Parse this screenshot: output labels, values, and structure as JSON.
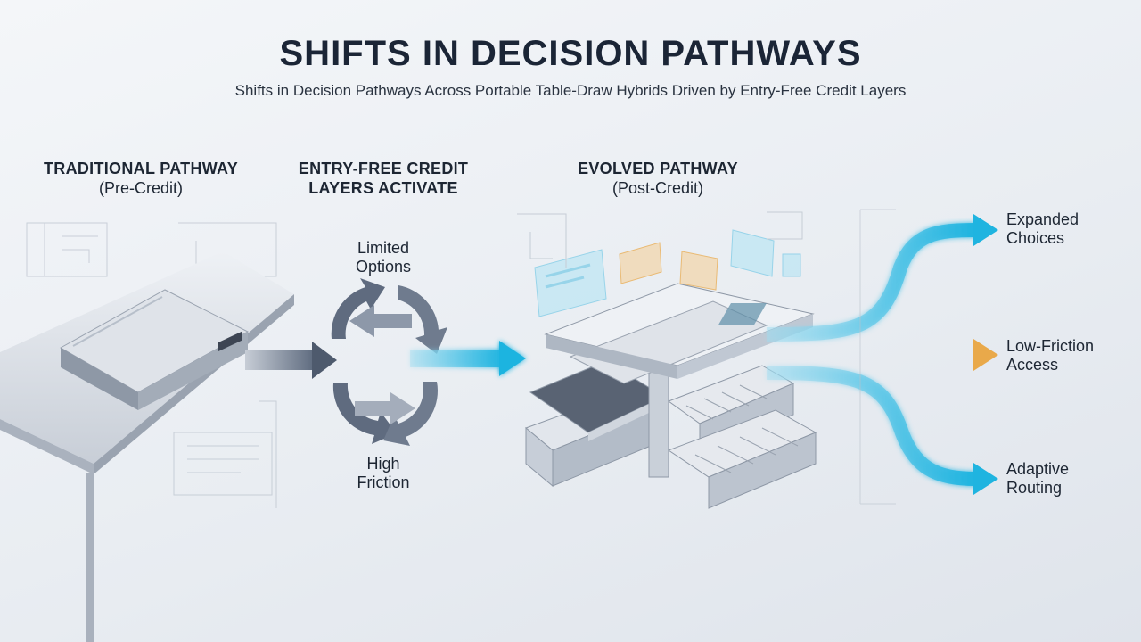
{
  "header": {
    "title": "SHIFTS IN DECISION PATHWAYS",
    "subtitle": "Shifts in Decision Pathways Across Portable Table-Draw Hybrids Driven by Entry-Free Credit Layers"
  },
  "stages": [
    {
      "heading": "TRADITIONAL PATHWAY",
      "sub": "(Pre-Credit)"
    },
    {
      "heading_line1": "ENTRY-FREE CREDIT",
      "heading_line2": "LAYERS ACTIVATE"
    },
    {
      "heading": "EVOLVED PATHWAY",
      "sub": "(Post-Credit)"
    }
  ],
  "cycle": {
    "top_line1": "Limited",
    "top_line2": "Options",
    "bottom_line1": "High",
    "bottom_line2": "Friction"
  },
  "outcomes": [
    {
      "line1": "Expanded",
      "line2": "Choices",
      "color": "#1fb4e0"
    },
    {
      "line1": "Low-Friction",
      "line2": "Access",
      "color": "#e9a94a"
    },
    {
      "line1": "Adaptive",
      "line2": "Routing",
      "color": "#1fb4e0"
    }
  ],
  "colors": {
    "accent_blue": "#1fb4e0",
    "accent_amber": "#e9a94a",
    "slate": "#6b778a"
  }
}
